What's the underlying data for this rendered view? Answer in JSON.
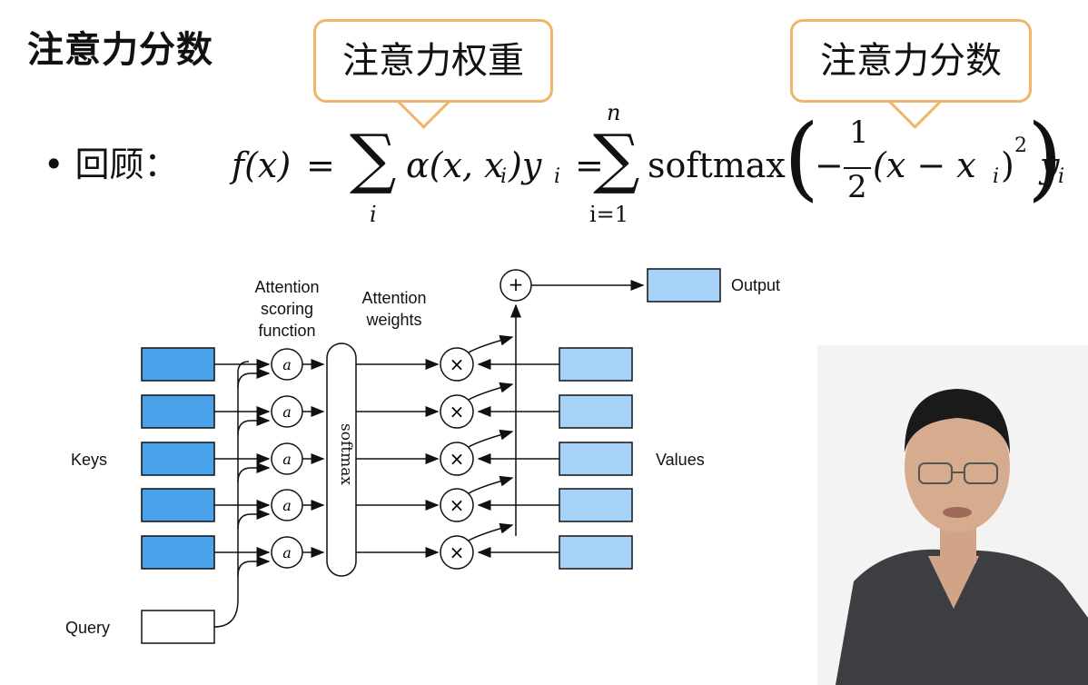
{
  "slide": {
    "title": "注意力分数",
    "callout_weight": "注意力权重",
    "callout_score": "注意力分数",
    "recap_label": "• 回顾："
  },
  "formula": {
    "f": "f(x)",
    "eq1": "=",
    "sum1_sub": "i",
    "alpha": "α(x, x",
    "alpha_sub": "i",
    "alpha_close": ")y",
    "alpha_y_sub": "i",
    "eq2": "=",
    "sum2_sup": "n",
    "sum2_sub": "i=1",
    "softmax": "softmax",
    "minus": "−",
    "frac_num": "1",
    "frac_den": "2",
    "sq": "(x − x",
    "sq_sub": "i",
    "sq_close": ")",
    "sq_pow": "2",
    "y": "y",
    "y_sub": "i"
  },
  "diagram": {
    "label_scoring": [
      "Attention",
      "scoring",
      "function"
    ],
    "label_weights": [
      "Attention",
      "weights"
    ],
    "label_keys": "Keys",
    "label_values": "Values",
    "label_query": "Query",
    "label_output": "Output",
    "label_softmax": "softmax",
    "score_node": "a",
    "mult_node": "×",
    "sum_node": "+",
    "rows": 5,
    "colors": {
      "key": "#4aa3ea",
      "value": "#a6d2f7",
      "output": "#a6d2f7",
      "query": "#ffffff",
      "callout_border": "#f0b46a"
    }
  }
}
